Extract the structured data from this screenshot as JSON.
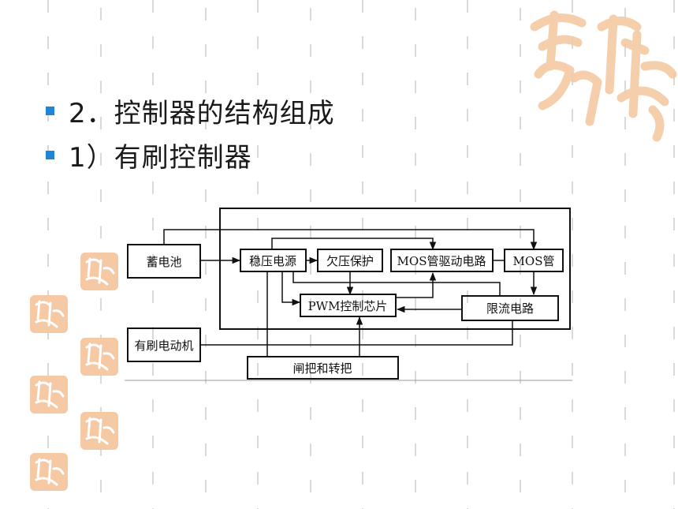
{
  "slide": {
    "heading": "2．控制器的结构组成",
    "subheading": "1）有刷控制器"
  },
  "colors": {
    "bullet": "#1e86d8",
    "seal": "#f5c9a4",
    "line": "#111111"
  },
  "diagram": {
    "nodes": {
      "battery": "蓄电池",
      "regulator": "稳压电源",
      "undervoltage": "欠压保护",
      "mos_driver": "MOS管驱动电路",
      "mos": "MOS管",
      "pwm": "PWM控制芯片",
      "current_limit": "限流电路",
      "motor": "有刷电动机",
      "brake_throttle": "闸把和转把"
    }
  }
}
